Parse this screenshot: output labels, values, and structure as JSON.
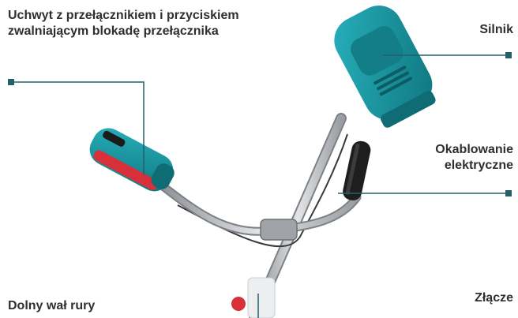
{
  "labels": {
    "handle": "Uchwyt z przełącznikiem i przyciskiem zwalniającym blokadę przełącznika",
    "motor": "Silnik",
    "wiring": "Okablowanie elektryczne",
    "lower_shaft": "Dolny wał rury",
    "connector": "Złącze"
  },
  "colors": {
    "body_teal": "#1d9aa6",
    "accent_red": "#d8303a",
    "leader_line": "#24606a",
    "shaft_metal": "#b9bcbf",
    "grip_black": "#1e1e1e"
  }
}
